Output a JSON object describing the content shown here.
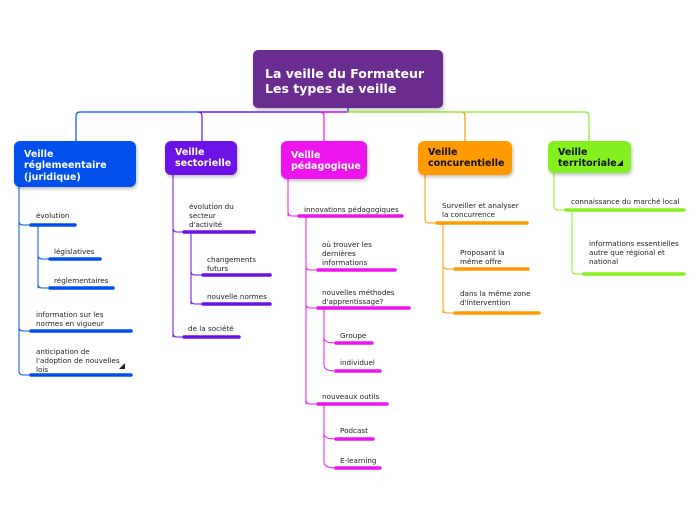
{
  "colors": {
    "root": "#6a2d8f",
    "blue": "#0050ee",
    "purple": "#6b12e6",
    "magenta": "#ee14ee",
    "orange": "#ff9a00",
    "green": "#85f020"
  },
  "root": {
    "line1": "La veille du Formateur",
    "line2": "Les types de veille"
  },
  "branches": [
    {
      "id": "reglementaire",
      "title": "Veille\nréglemeentaire\n(juridique)"
    },
    {
      "id": "sectorielle",
      "title": "Veille\nsectorielle"
    },
    {
      "id": "pedagogique",
      "title": "Veille\npédagogique"
    },
    {
      "id": "concurentielle",
      "title": "Veille\nconcurentielle"
    },
    {
      "id": "territoriale",
      "title": "Veille\nterritoriale"
    }
  ],
  "nodes": {
    "evolution": "évolution",
    "legislatives": "législatives",
    "reglementaires": "réglementaires",
    "information_normes": "information sur les\nnormes en vigueur",
    "anticipation": "anticipation de\nl'adoption de nouvelles\nlois",
    "evolution_secteur": "évolution du\nsecteur\nd'activité",
    "changements_futurs": "changements\nfuturs",
    "nouvelle_normes": "nouvelle normes",
    "de_la_societe": "de la société",
    "innovations": "innovations pédagogiques",
    "ou_trouver": "où trouver les\ndernières\ninformations",
    "nouvelles_methodes": "nouvelles méthodes\nd'apprentissage?",
    "groupe": "Groupe",
    "individuel": "individuel",
    "nouveaux_outils": "nouveaux outils",
    "podcast": "Podcast",
    "elearning": "E-learning",
    "surveiller": "Surveiller et analyser\nla concurrence",
    "proposant": "Proposant la\nmême offre",
    "meme_zone": "dans la même zone\nd'intervention",
    "connaissance": "connaissance du marché local",
    "informations_essentielles": "informations essentielles\nautre que régional et\nnational"
  }
}
